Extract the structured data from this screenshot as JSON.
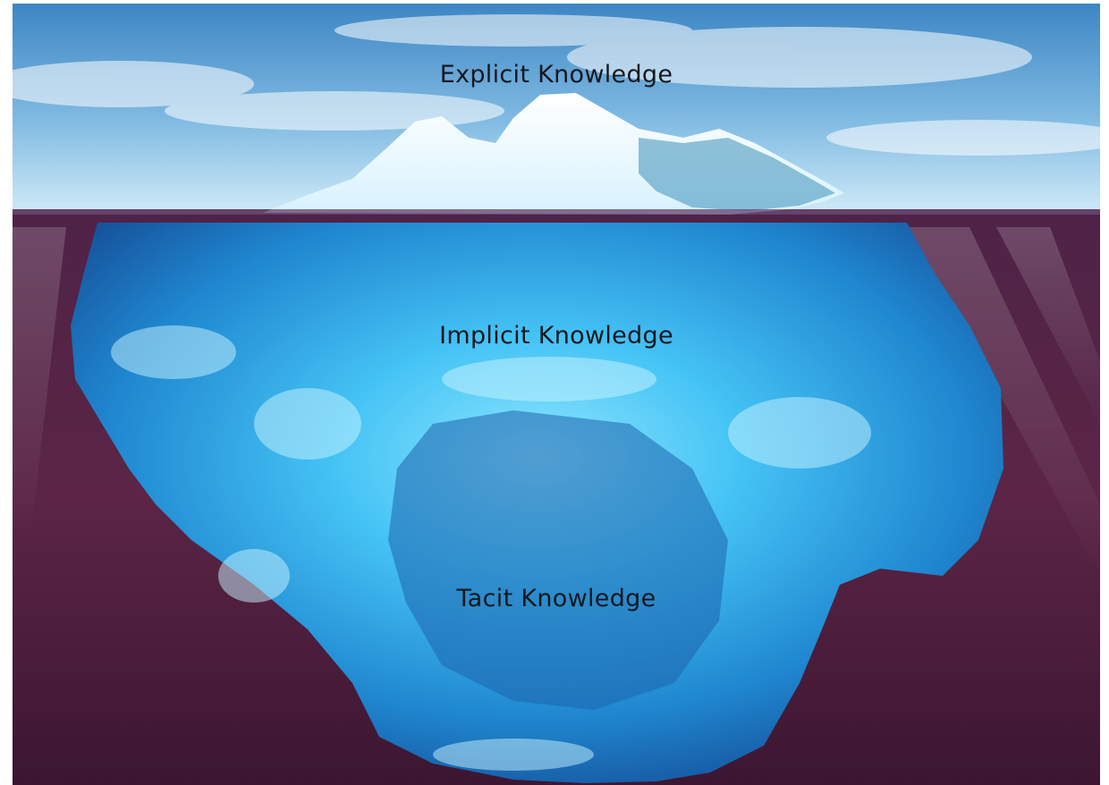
{
  "labels": {
    "explicit": "Explicit Knowledge",
    "implicit": "Implicit Knowledge",
    "tacit": "Tacit Knowledge"
  },
  "colors": {
    "sky_top": "#3d86c4",
    "sky_bottom": "#bfe2f5",
    "water": "#5a2448",
    "water_deep": "#3a1530",
    "ice_bright": "#4fd2ff",
    "ice_deep": "#1a6fb8",
    "ice_top": "#ffffff",
    "text": "#15181f"
  }
}
